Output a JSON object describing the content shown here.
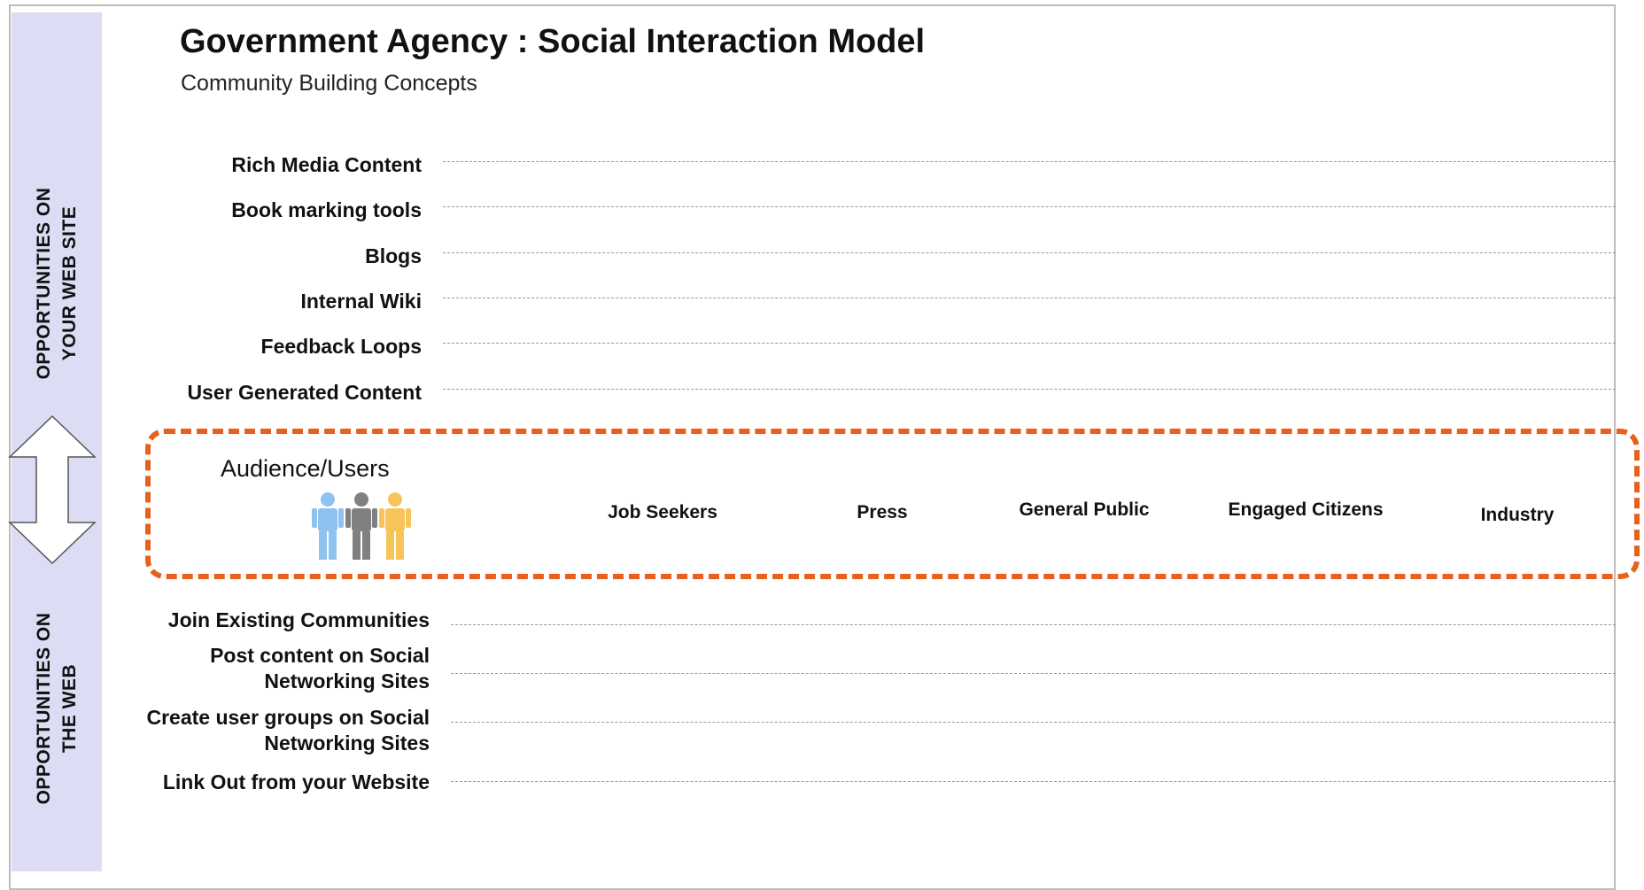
{
  "header": {
    "title": "Government Agency : Social Interaction Model",
    "subtitle": "Community Building Concepts"
  },
  "sidebar": {
    "top_label": [
      "OPPORTUNITIES ON",
      "YOUR WEB SITE"
    ],
    "bottom_label": [
      "OPPORTUNITIES ON",
      "THE WEB"
    ]
  },
  "website_opportunities": [
    "Rich Media Content",
    "Book marking tools",
    "Blogs",
    "Internal Wiki",
    "Feedback Loops",
    "User Generated Content"
  ],
  "audience": {
    "title": "Audience/Users",
    "icon": "people-group-icon",
    "people_colors": [
      "#8ec3f0",
      "#808080",
      "#f7c45a"
    ],
    "groups": [
      "Job Seekers",
      "Press",
      "General Public",
      "Engaged Citizens",
      "Industry"
    ]
  },
  "web_opportunities": [
    [
      "Join Existing Communities"
    ],
    [
      "Post content on Social",
      "Networking Sites"
    ],
    [
      "Create user groups on Social",
      "Networking Sites"
    ],
    [
      "Link Out from your Website"
    ]
  ],
  "colors": {
    "sidebar": "#dcdcf5",
    "audience_border": "#e8601c",
    "arrow_fill": "#ffffff",
    "arrow_stroke": "#555555"
  }
}
